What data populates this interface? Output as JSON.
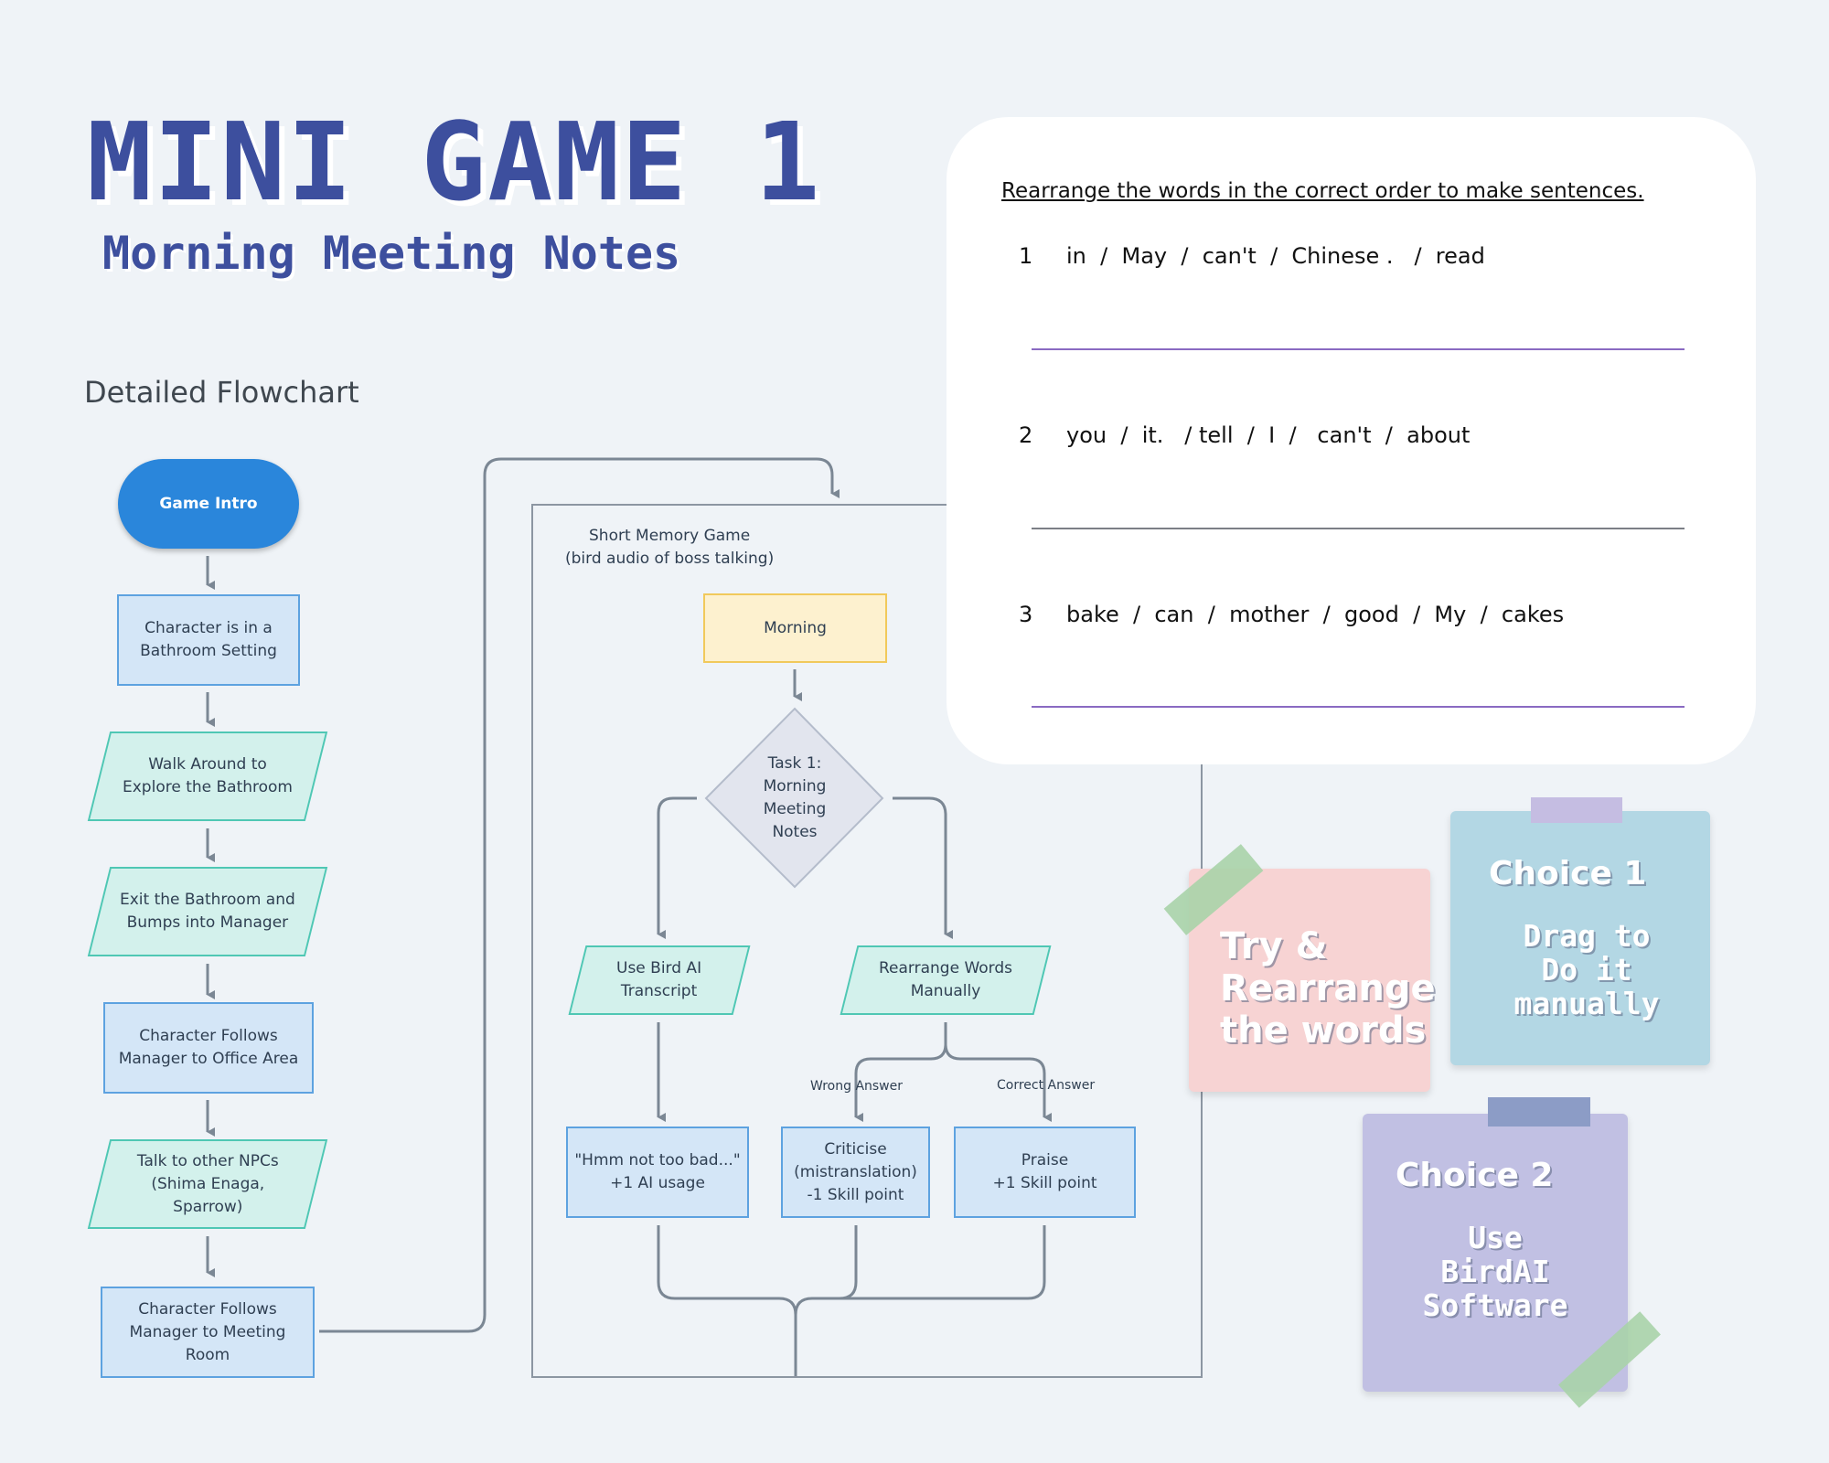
{
  "header": {
    "title": "MINI GAME 1",
    "subtitle": "Morning Meeting Notes",
    "section": "Detailed Flowchart"
  },
  "flowchart": {
    "nodes": {
      "game_intro": "Game Intro",
      "bathroom_setting": "Character is in a\nBathroom Setting",
      "walk_around": "Walk Around to\nExplore the Bathroom",
      "exit_bathroom": "Exit the Bathroom and\nBumps into Manager",
      "follow_office": "Character Follows\nManager to Office Area",
      "talk_npcs": "Talk to other NPCs\n(Shima Enaga,\nSparrow)",
      "follow_meeting": "Character Follows\nManager to Meeting\nRoom",
      "memory_game": "Short Memory Game\n(bird audio of boss talking)",
      "morning": "Morning",
      "task1": "Task 1:\nMorning\nMeeting\nNotes",
      "use_bird_ai": "Use Bird AI\nTranscript",
      "rearrange_manual": "Rearrange Words\nManually",
      "hmm": "\"Hmm not too bad...\"\n+1 AI usage",
      "criticise": "Criticise\n(mistranslation)\n-1 Skill point",
      "praise": "Praise\n+1 Skill point"
    },
    "edge_labels": {
      "wrong": "Wrong Answer",
      "correct": "Correct Answer"
    }
  },
  "worksheet": {
    "instruction": "Rearrange the words in the correct order to make sentences.",
    "items": [
      {
        "num": "1",
        "text": "in  /  May  /  can't  /  Chinese .   /  read"
      },
      {
        "num": "2",
        "text": "you  /  it.   / tell  /  I  /   can't  /  about"
      },
      {
        "num": "3",
        "text": "bake  /  can  /  mother  /  good  /  My  /  cakes"
      }
    ],
    "line_colors": [
      "#8a6ac2",
      "#7b7f86",
      "#8a6ac2"
    ]
  },
  "notes": {
    "try": {
      "text": "Try &\nRearrange\nthe words",
      "color": "#f7d3d3"
    },
    "choice1": {
      "title": "Choice 1",
      "body": "Drag to\nDo it\nmanually",
      "color": "#b3d7e4"
    },
    "choice2": {
      "title": "Choice 2",
      "body": "Use\nBirdAI\nSoftware",
      "color": "#c1c0e3"
    }
  },
  "colors": {
    "title": "#3d4f9e",
    "process_fill": "#d4e6f7",
    "process_border": "#5da2e0",
    "io_fill": "#d3f1ec",
    "io_border": "#4fc7b4",
    "terminal": "#2a86db",
    "start_fill": "#fdf1cf",
    "decision_fill": "#e2e5ee",
    "connector": "#7b8794"
  }
}
